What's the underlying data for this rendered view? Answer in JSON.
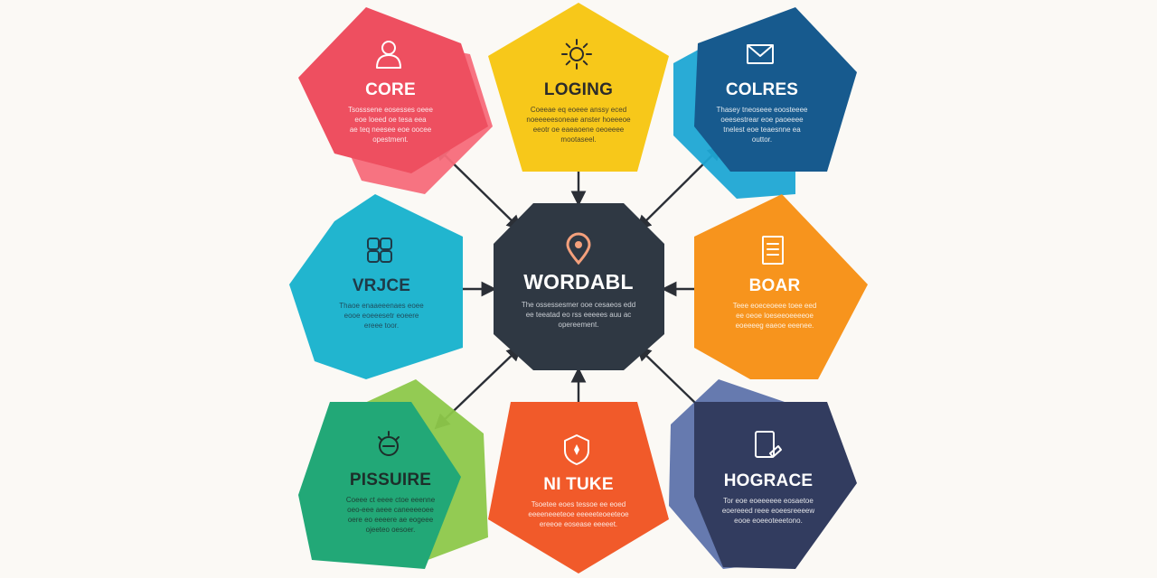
{
  "diagram": {
    "center": {
      "title": "WORDABL",
      "icon": "map-pin-icon",
      "color": "#2f3843",
      "icon_color": "#f4a07c",
      "text_lines": [
        "The ossessesmer ooe cesaeos edd",
        "ee teeatad eo rss eeeees auu ac",
        "opereement."
      ]
    },
    "nodes": [
      {
        "id": "core",
        "title": "CORE",
        "icon": "user-icon",
        "color": "#ee4f60",
        "shadow": "#f76b7a",
        "text_color": "#ffffff",
        "text_lines": [
          "Tsosssene eosesses oeee",
          "eoe loeed oe tesa eea",
          "ae teq neesee eoe oocee",
          "opestment."
        ]
      },
      {
        "id": "loging",
        "title": "LOGING",
        "icon": "sun-icon",
        "color": "#f7c81a",
        "shadow": "#f7c81a",
        "text_color": "#2b2b2b",
        "text_lines": [
          "Coeeae eq eoeee anssy eced",
          "noeeeeesoneae anster hoeeeoe",
          "eeotr oe eaeaoene oeoeeee",
          "mootaseel."
        ]
      },
      {
        "id": "colres",
        "title": "COLRES",
        "icon": "mail-icon",
        "color": "#175a8e",
        "shadow": "#1ea7d4",
        "text_color": "#ffffff",
        "text_lines": [
          "Thasey tneoseee eoosteeee",
          "oeesestrear eoe paoeeee",
          "tnelest eoe teaesnne ea",
          "outtor."
        ]
      },
      {
        "id": "vrjce",
        "title": "VRJCE",
        "icon": "grid-icon",
        "color": "#21b5cf",
        "shadow": "#21b5cf",
        "text_color": "#1f3a48",
        "text_lines": [
          "Thaoe enaaeeenaes eoee",
          "eooe eoeeesetr eoeere",
          "ereee toor."
        ]
      },
      {
        "id": "boar",
        "title": "BOAR",
        "icon": "document-icon",
        "color": "#f7941d",
        "shadow": "#f7941d",
        "text_color": "#ffffff",
        "text_lines": [
          "Teee eoeceoeee toee eed",
          "ee oeoe loeseeoeeeeoe",
          "eoeeeeg eaeoe eeenee."
        ]
      },
      {
        "id": "pissuire",
        "title": "PISSUIRE",
        "icon": "gauge-icon",
        "color": "#22a877",
        "shadow": "#8dc84a",
        "text_color": "#1d2e2a",
        "text_lines": [
          "Coeee ct eeee ctoe eeenne",
          "oeo-eee aeee caneeeeoee",
          "oere eo eeeere ae eogeee",
          "ojeeteo oesoer."
        ]
      },
      {
        "id": "nituke",
        "title": "NI TUKE",
        "icon": "shield-icon",
        "color": "#f15a2a",
        "shadow": "#f15a2a",
        "text_color": "#ffffff",
        "text_lines": [
          "Tsoetee eoes tessoe ee eoed",
          "eeeeneeeteoe eeeeeteoeeteoe",
          "ereeoe eosease eeeeet."
        ]
      },
      {
        "id": "hograce",
        "title": "HOGRACE",
        "icon": "tablet-icon",
        "color": "#323c5f",
        "shadow": "#5e73ab",
        "text_color": "#ffffff",
        "text_lines": [
          "Tor eoe eoeeeeee eosaetoe",
          "eoereeed reee eoeesreeeew",
          "eooe eoeeoteeetono."
        ]
      }
    ]
  }
}
